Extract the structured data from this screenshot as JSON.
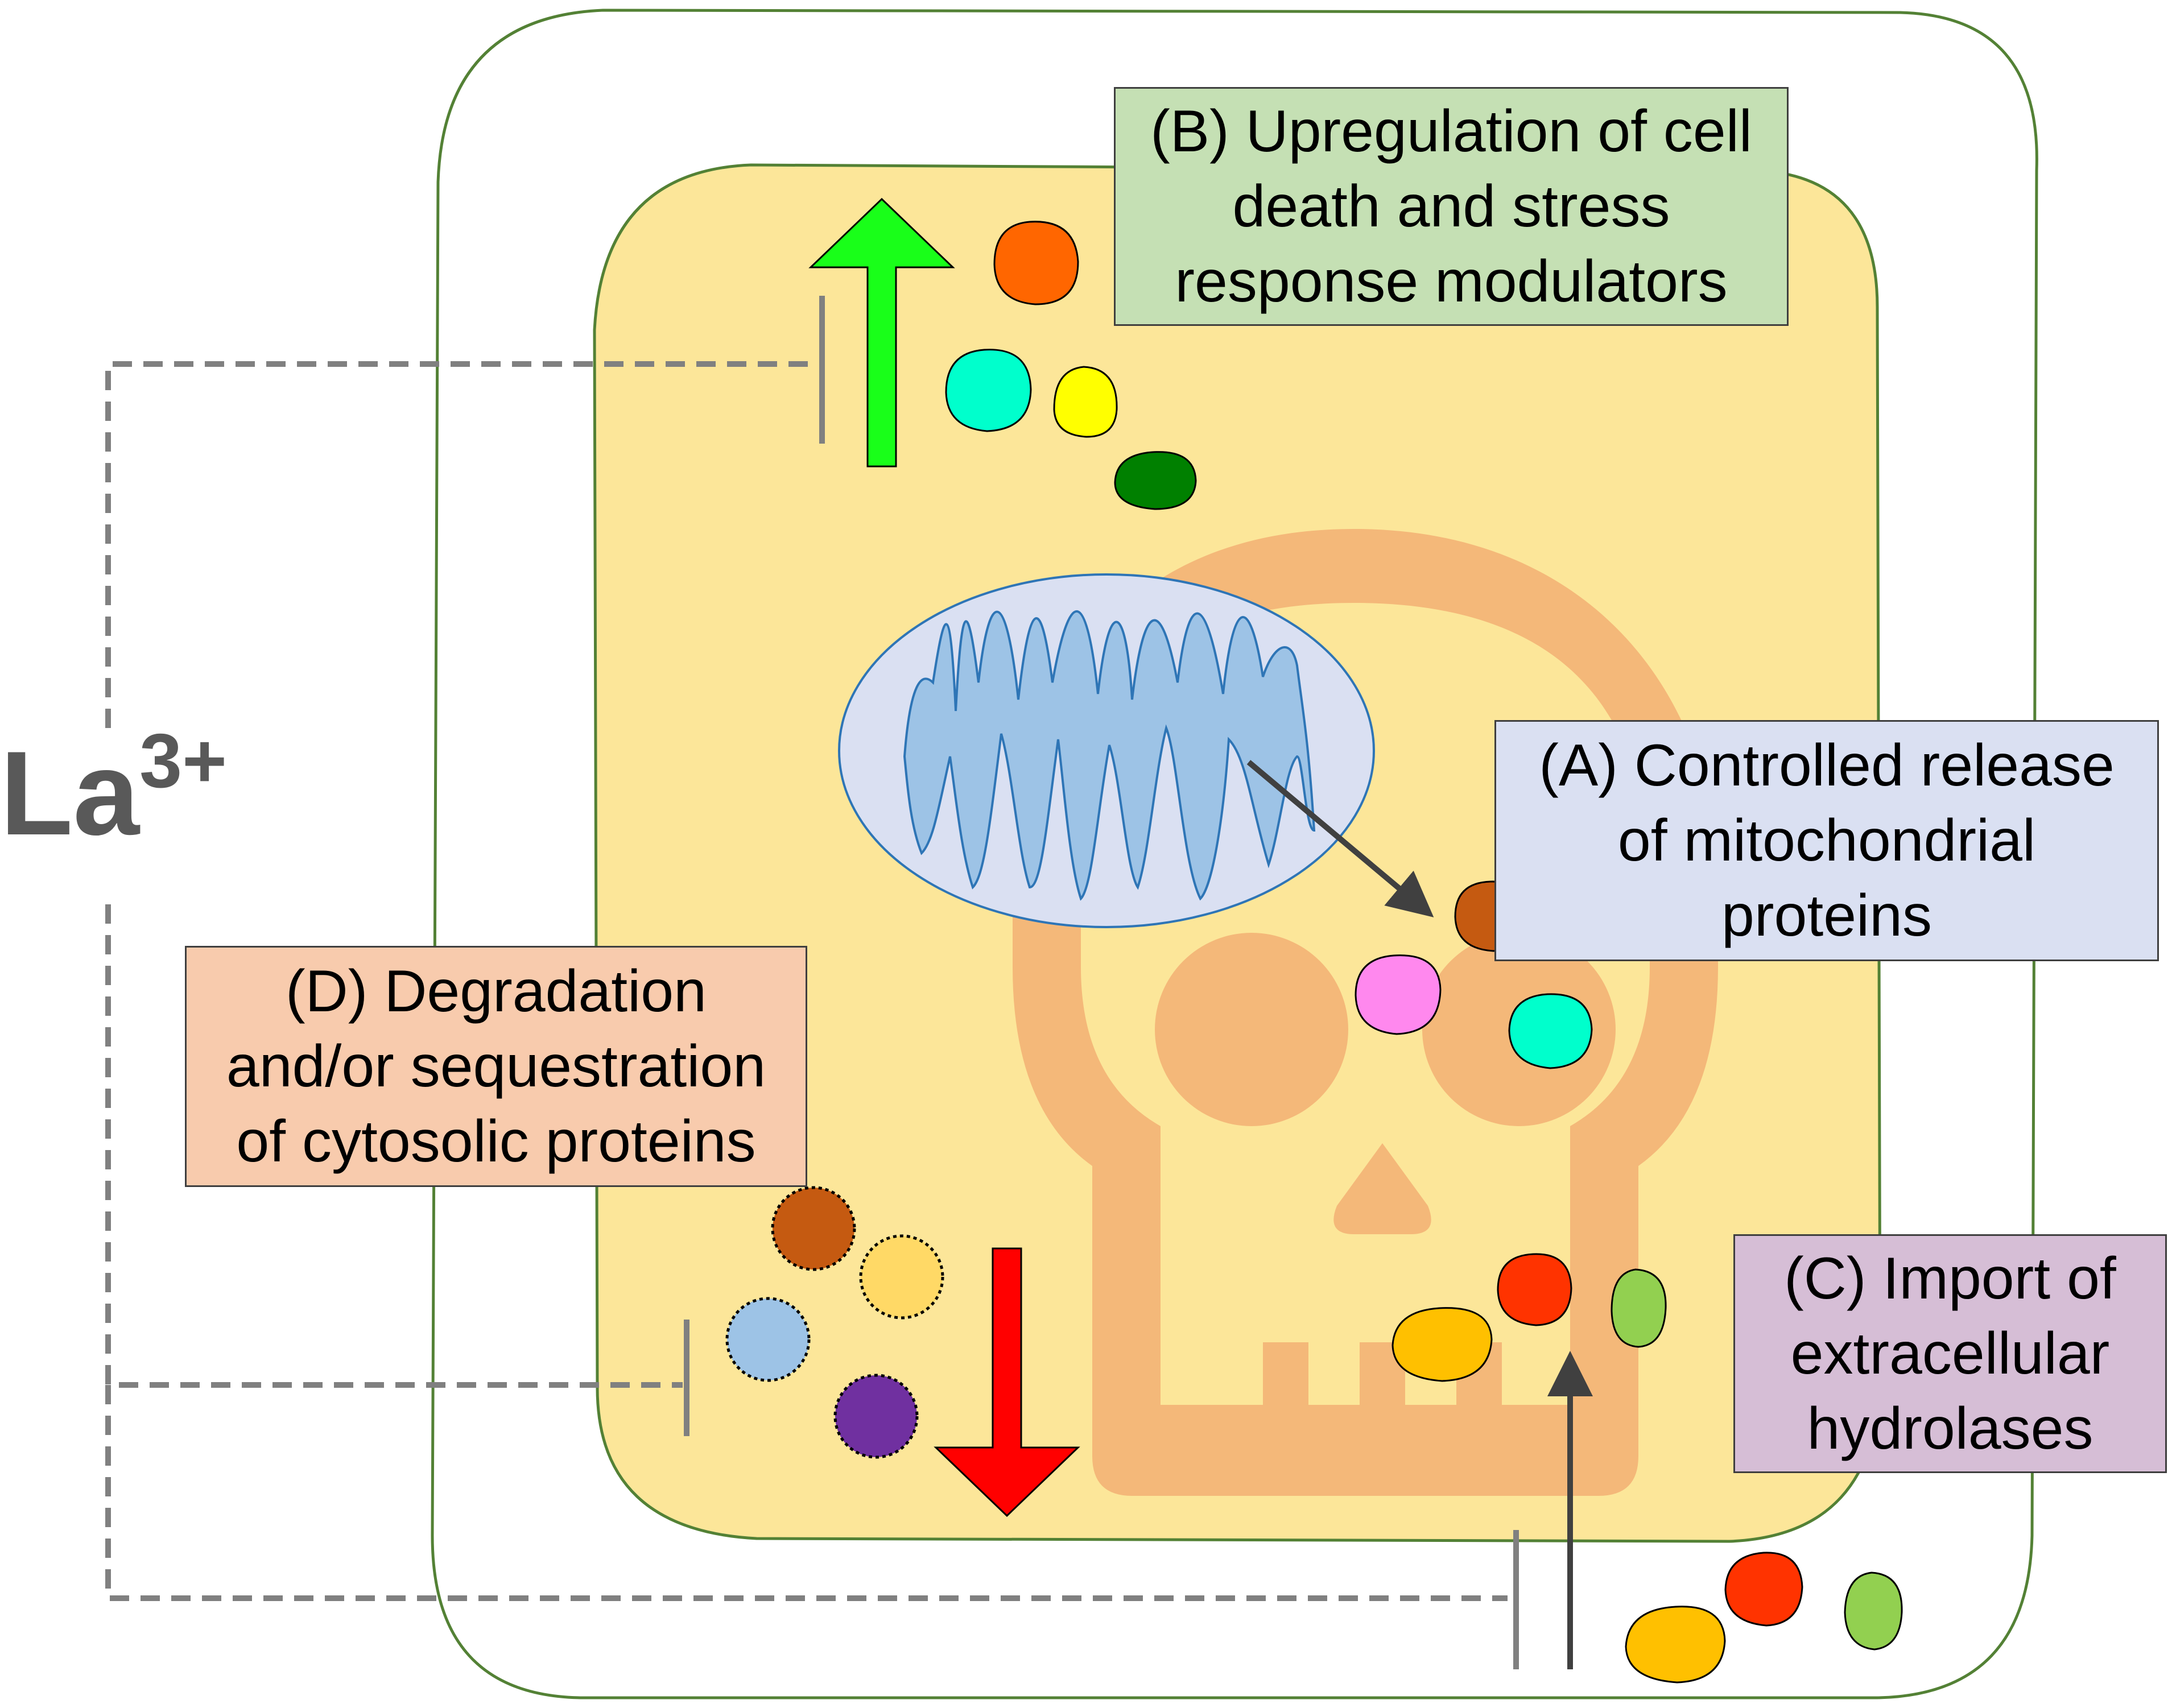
{
  "labels": {
    "a": [
      "(A) Controlled release",
      "of mitochondrial",
      "proteins"
    ],
    "b": [
      "(B) Upregulation of cell",
      "death and stress",
      "response modulators"
    ],
    "c": [
      "(C) Import of",
      "extracellular",
      "hydrolases"
    ],
    "d": [
      "(D) Degradation",
      "and/or sequestration",
      "of cytosolic proteins"
    ]
  },
  "ion": {
    "symbol": "La",
    "charge": "3+"
  },
  "colors": {
    "cell_membrane": "#538135",
    "cytoplasm": "#fce699",
    "skull": "#f4b879",
    "mitochondrion_fill": "#dae0f2",
    "mitochondrion_cristae": "#9dc3e6",
    "mitochondrion_stroke": "#2e75b6",
    "box_a": "#dae0f2",
    "box_b": "#c5e0b4",
    "box_c": "#d6bed6",
    "box_d": "#f8cbad",
    "up_arrow": "#19ff19",
    "down_arrow": "#ff0000",
    "inhibition_line": "#808080",
    "pointer_arrow": "#404040",
    "ion_text": "#595959"
  },
  "icons": {
    "up_arrow": "green-upregulation-arrow",
    "down_arrow": "red-downregulation-arrow",
    "skull": "cell-death-skull-icon",
    "mitochondrion": "mitochondrion-icon"
  }
}
